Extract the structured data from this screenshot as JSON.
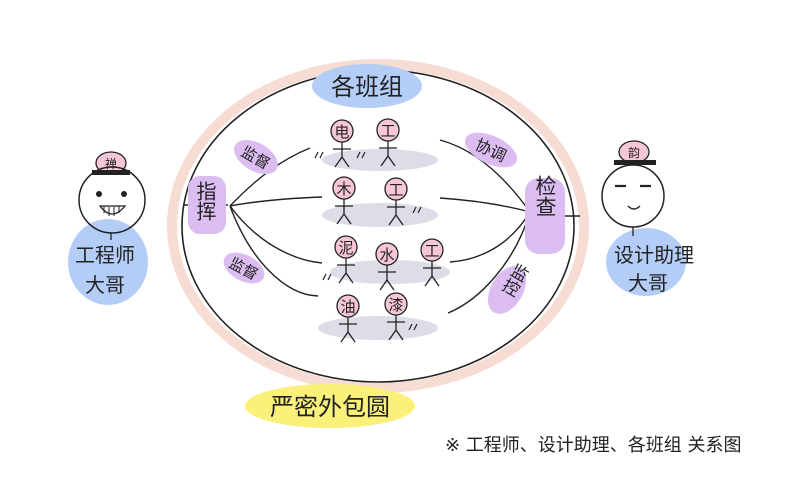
{
  "teams_label": "各班组",
  "workers": {
    "row1": [
      "电",
      "工"
    ],
    "row2": [
      "木",
      "工"
    ],
    "row3": [
      "泥",
      "水",
      "工"
    ],
    "row4": [
      "油",
      "漆"
    ]
  },
  "left_person": {
    "hat": "禅",
    "name_line1": "工程师",
    "name_line2": "大哥"
  },
  "right_person": {
    "hat": "韵",
    "name_line1": "设计助理",
    "name_line2": "大哥"
  },
  "left_relations": {
    "top": "监督",
    "middle": "指挥",
    "bottom": "监督"
  },
  "right_relations": {
    "top": "协调",
    "middle": "检查",
    "bottom": "监控"
  },
  "bottom_label": "严密外包圆",
  "caption": "※ 工程师、设计助理、各班组 关系图",
  "colors": {
    "blue": "#b3cdf7",
    "pink": "#f7c6d7",
    "purple": "#dcbdf2",
    "yellow": "#fbf17a",
    "gray": "#dcdde6",
    "ring": "#f6dcd2"
  }
}
